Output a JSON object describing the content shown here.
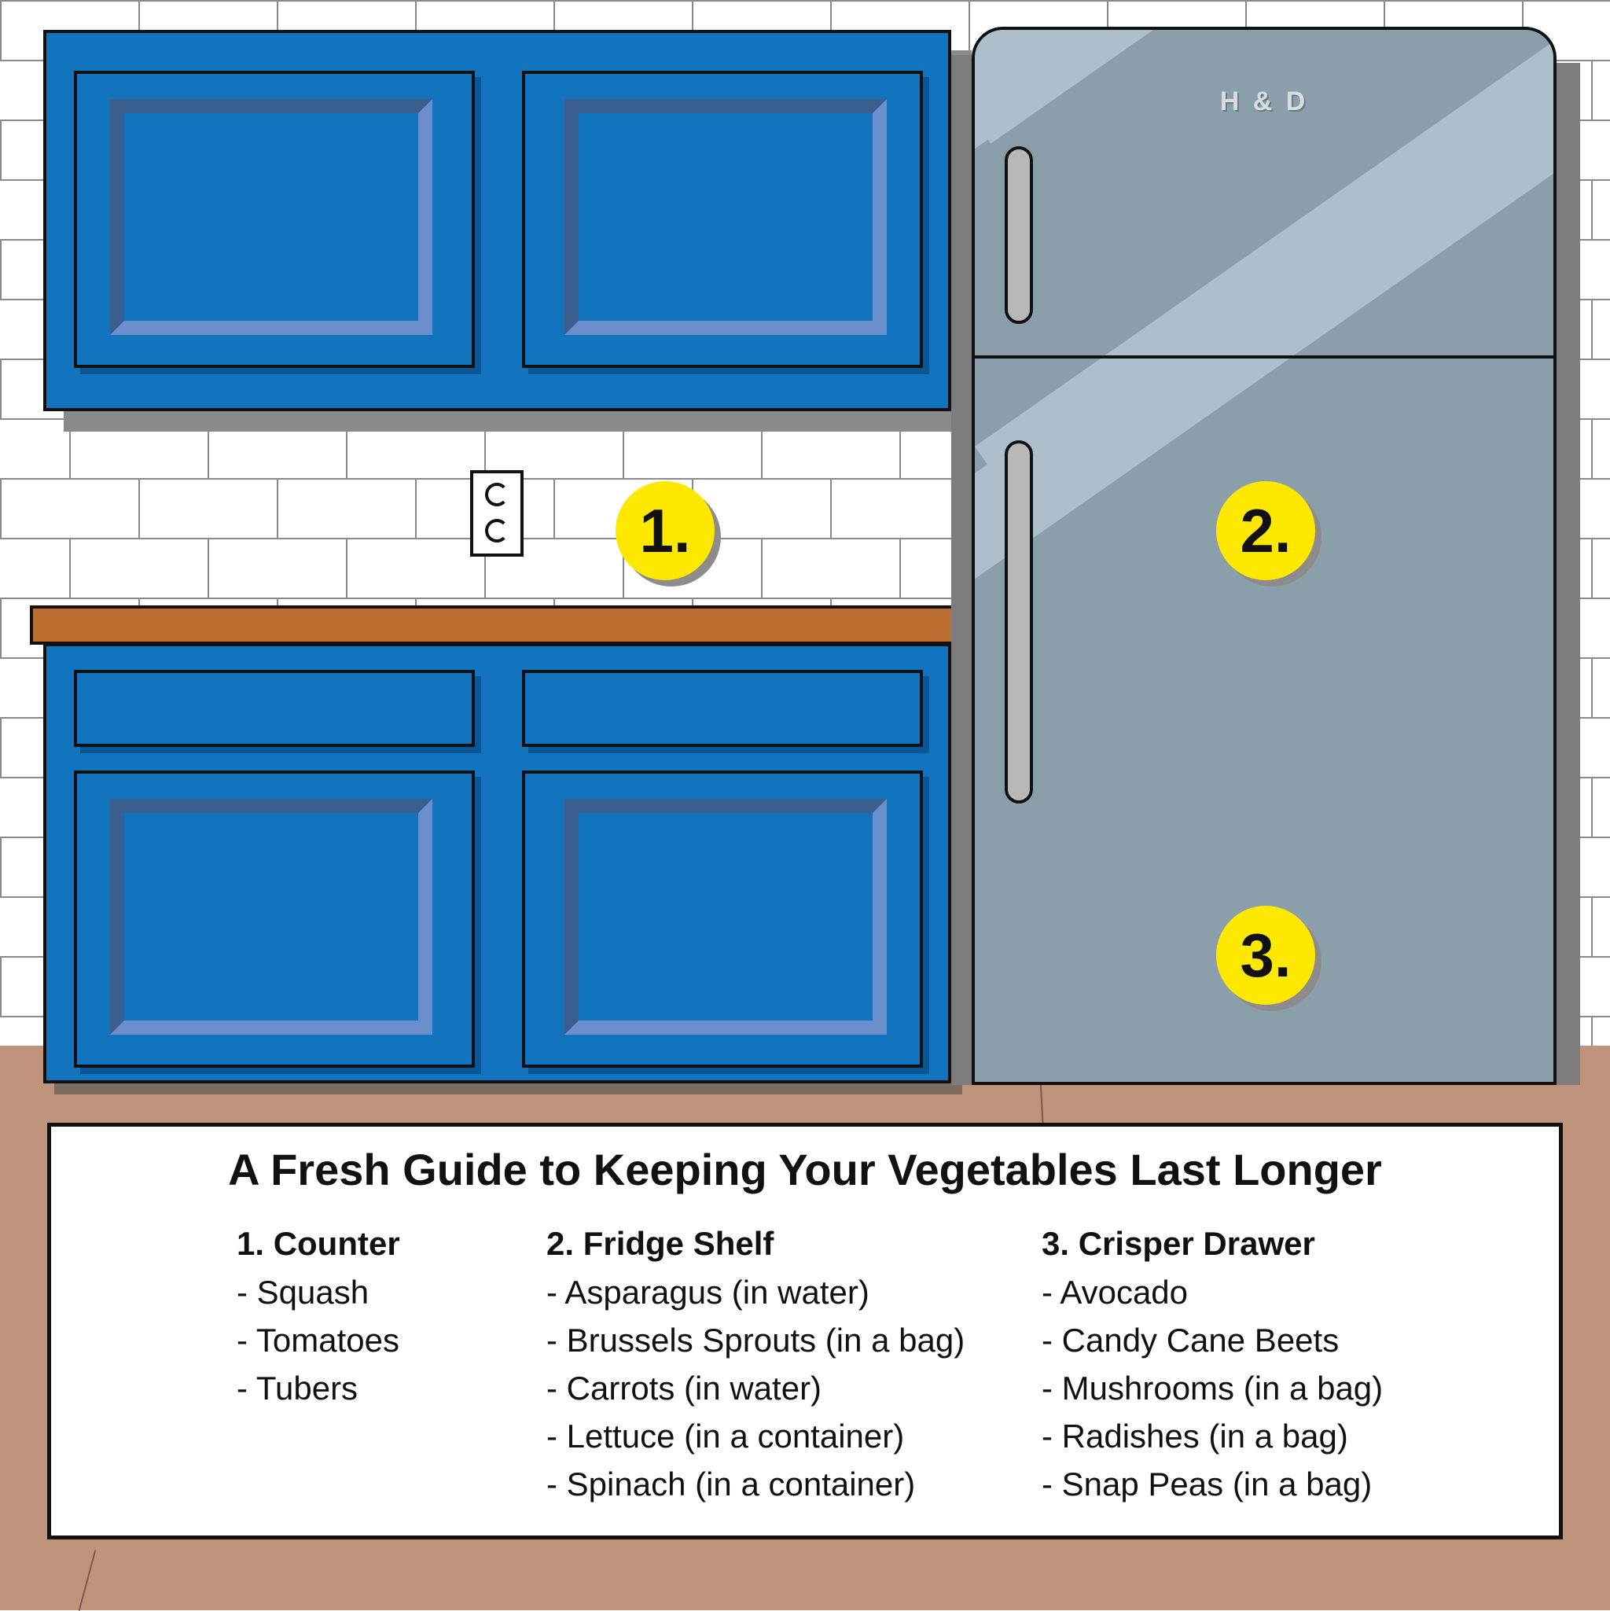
{
  "scene": {
    "colors": {
      "cabinet_blue": "#1274bf",
      "countertop_orange": "#bc6d30",
      "fridge_gray": "#8b9fab",
      "marker_yellow": "#ffe800",
      "floor_tan": "#c0937c"
    },
    "fridge_brand": "H & D",
    "markers": [
      {
        "label": "1."
      },
      {
        "label": "2."
      },
      {
        "label": "3."
      }
    ]
  },
  "guide": {
    "title": "A Fresh Guide to Keeping Your Vegetables Last Longer",
    "sections": [
      {
        "heading": "1. Counter",
        "items": [
          "- Squash",
          "- Tomatoes",
          "- Tubers"
        ]
      },
      {
        "heading": "2. Fridge Shelf",
        "items": [
          "- Asparagus (in water)",
          "- Brussels Sprouts (in a bag)",
          "- Carrots (in water)",
          "- Lettuce (in a container)",
          "- Spinach (in a container)"
        ]
      },
      {
        "heading": "3. Crisper Drawer",
        "items": [
          "- Avocado",
          "- Candy Cane Beets",
          "- Mushrooms (in a bag)",
          "- Radishes (in a bag)",
          "- Snap Peas (in a bag)"
        ]
      }
    ]
  }
}
